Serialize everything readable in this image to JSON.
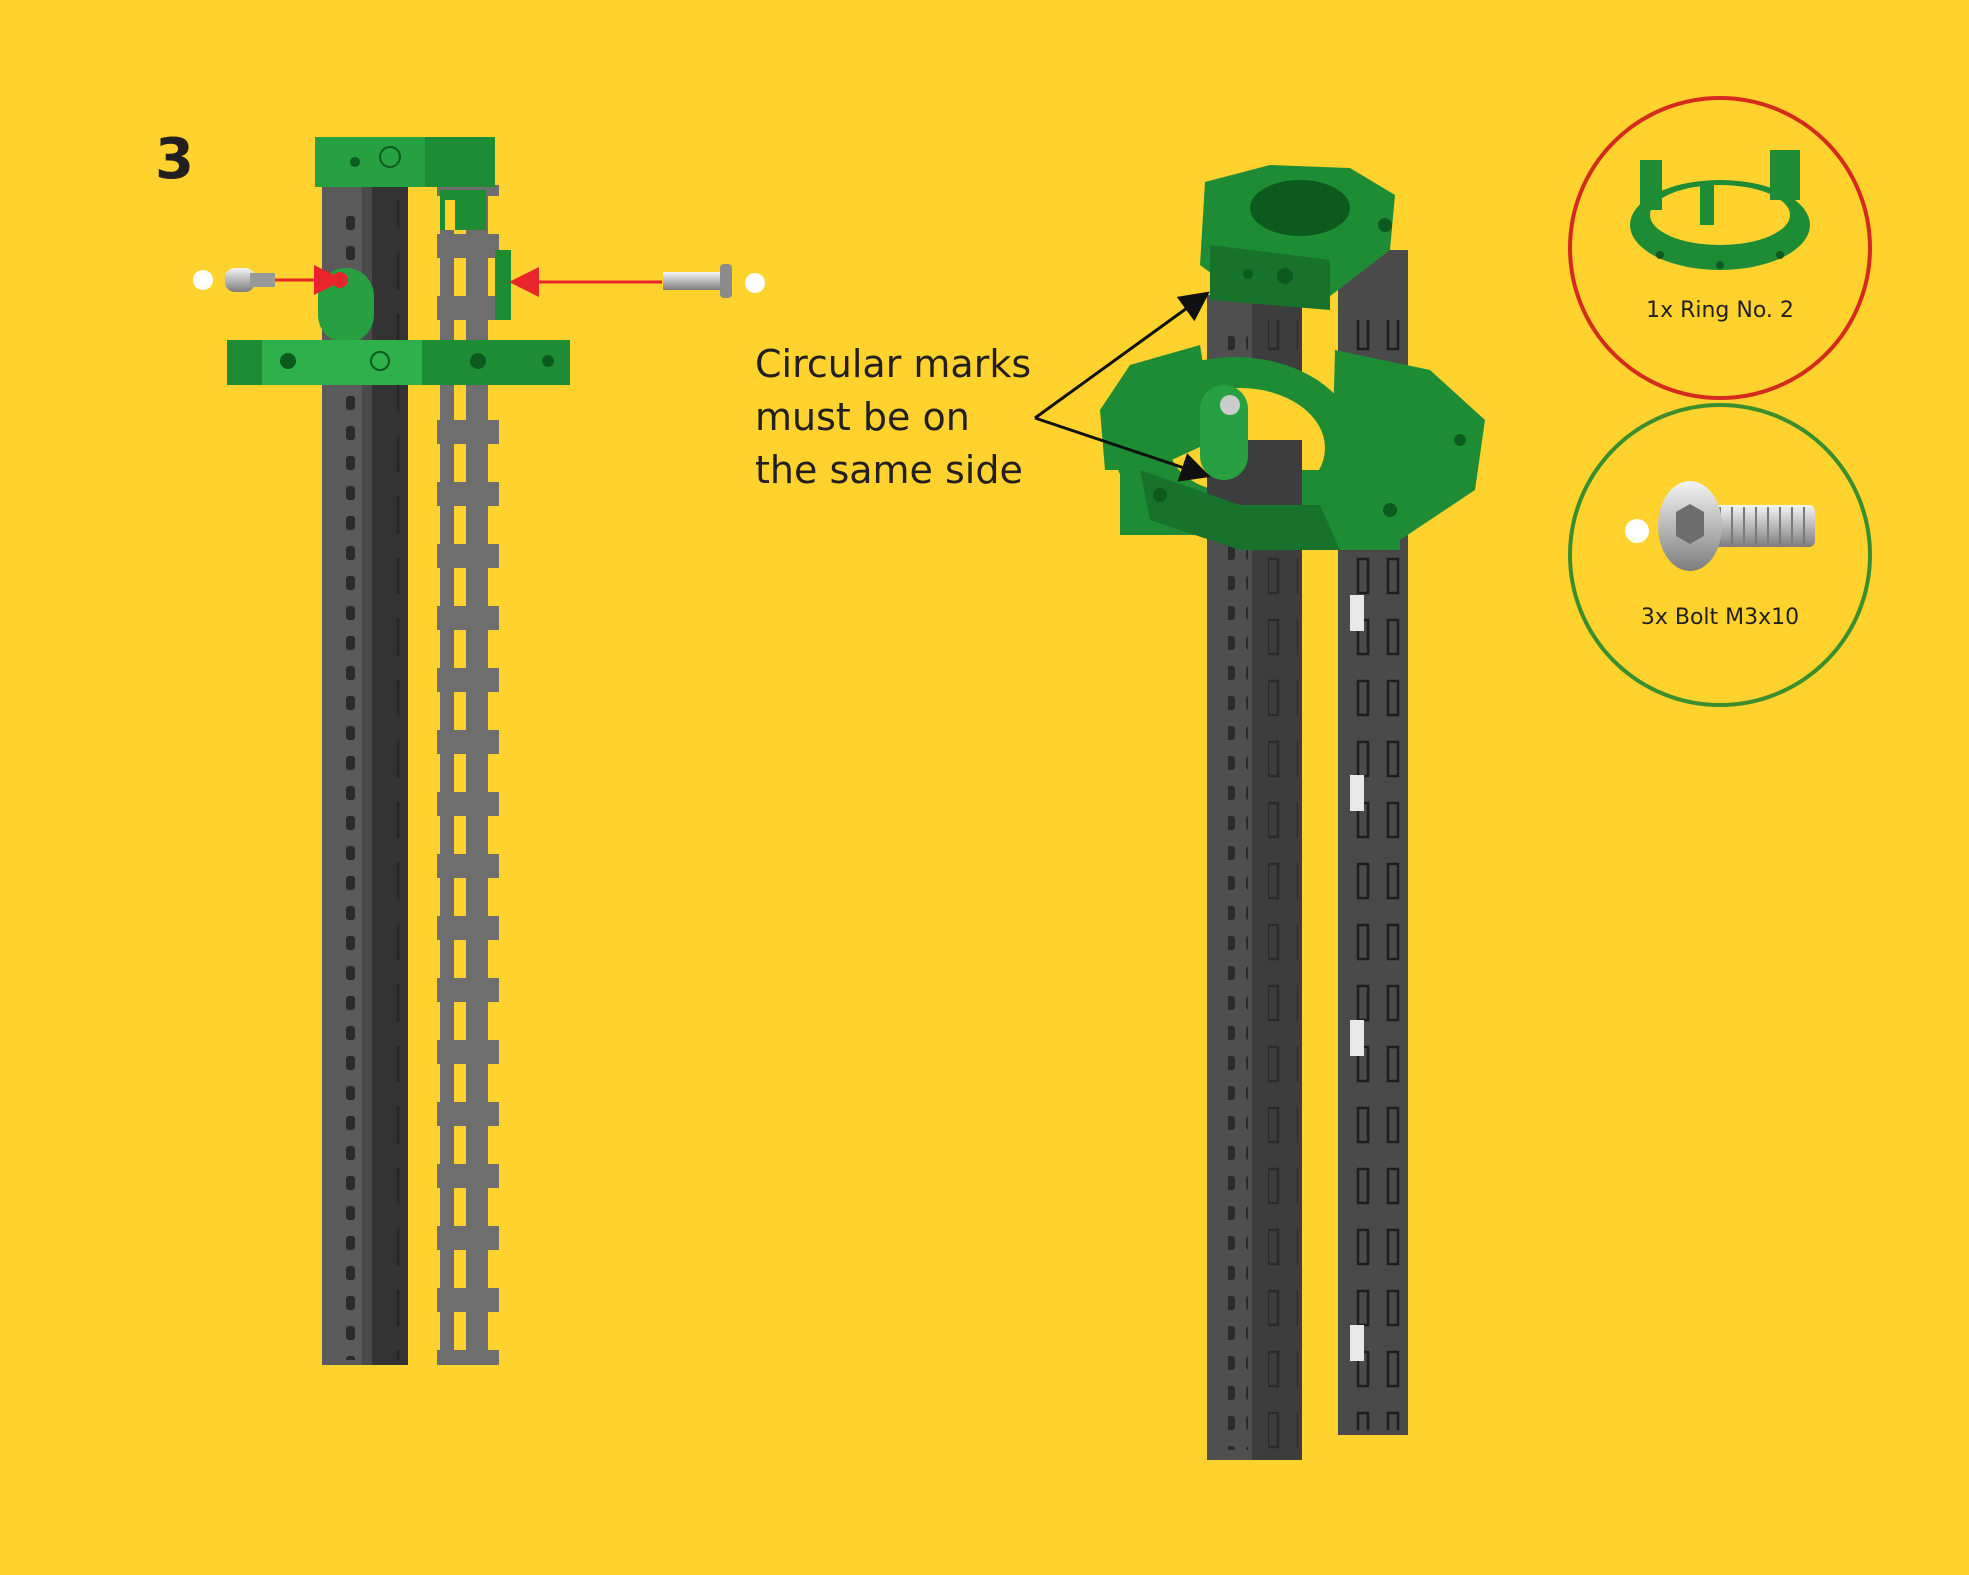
{
  "step": {
    "number": "3"
  },
  "note": {
    "lines": [
      "Circular marks",
      "must be on",
      "the same side"
    ]
  },
  "parts": [
    {
      "label": "1x Ring No. 2",
      "circle_color": "#D52B1E"
    },
    {
      "label": "3x Bolt M3x10",
      "circle_color": "#3A8E2E"
    }
  ],
  "colors": {
    "background": "#FFD22E",
    "green_part": "#1E8C35",
    "rail_dark": "#4A4A4A",
    "rail_light": "#6E6E6E",
    "arrow_red": "#E8252A",
    "arrow_black": "#111111"
  }
}
